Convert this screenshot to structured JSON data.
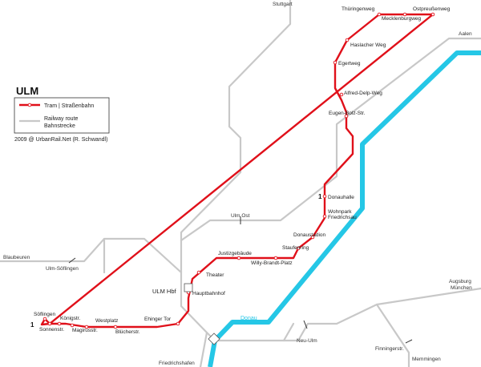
{
  "title": "ULM",
  "legend": {
    "tram_label": "Tram | Straßenbahn",
    "rail_label_line1": "Railway route",
    "rail_label_line2": "Bahnstrecke"
  },
  "credit": "2009 @ UrbanRail.Net (R. Schwandl)",
  "colors": {
    "tram": "#e0101a",
    "rail": "#c8c8c8",
    "river": "#25c7e6"
  },
  "river_label": "Donau",
  "hub_label": "ULM Hbf",
  "line_numbers": {
    "north": "1",
    "south": "1"
  },
  "tram_stations": [
    "Ostpreußenweg",
    "Mecklenburgweg",
    "Thüringenweg",
    "Haslacher Weg",
    "Egertweg",
    "Alfred-Delp-Weg",
    "Eugen-Bolz-Str.",
    "Donauhalle",
    "Wohnpark",
    "Friedrichsau",
    "Donaustadion",
    "Staufenring",
    "Willy-Brandt-Platz",
    "Justizgebäude",
    "Theater",
    "Hauptbahnhof",
    "Ehinger Tor",
    "Blücherstr.",
    "Westplatz",
    "Magirusstr.",
    "Königstr.",
    "Sonnenstr.",
    "Söflingen"
  ],
  "rail_places": [
    "Stuttgart",
    "Aalen",
    "Ulm Ost",
    "Blaubeuren",
    "Ulm-Söflingen",
    "Augsburg",
    "München",
    "Neu-Ulm",
    "Finningerstr.",
    "Memmingen",
    "Friedrichshafen"
  ]
}
